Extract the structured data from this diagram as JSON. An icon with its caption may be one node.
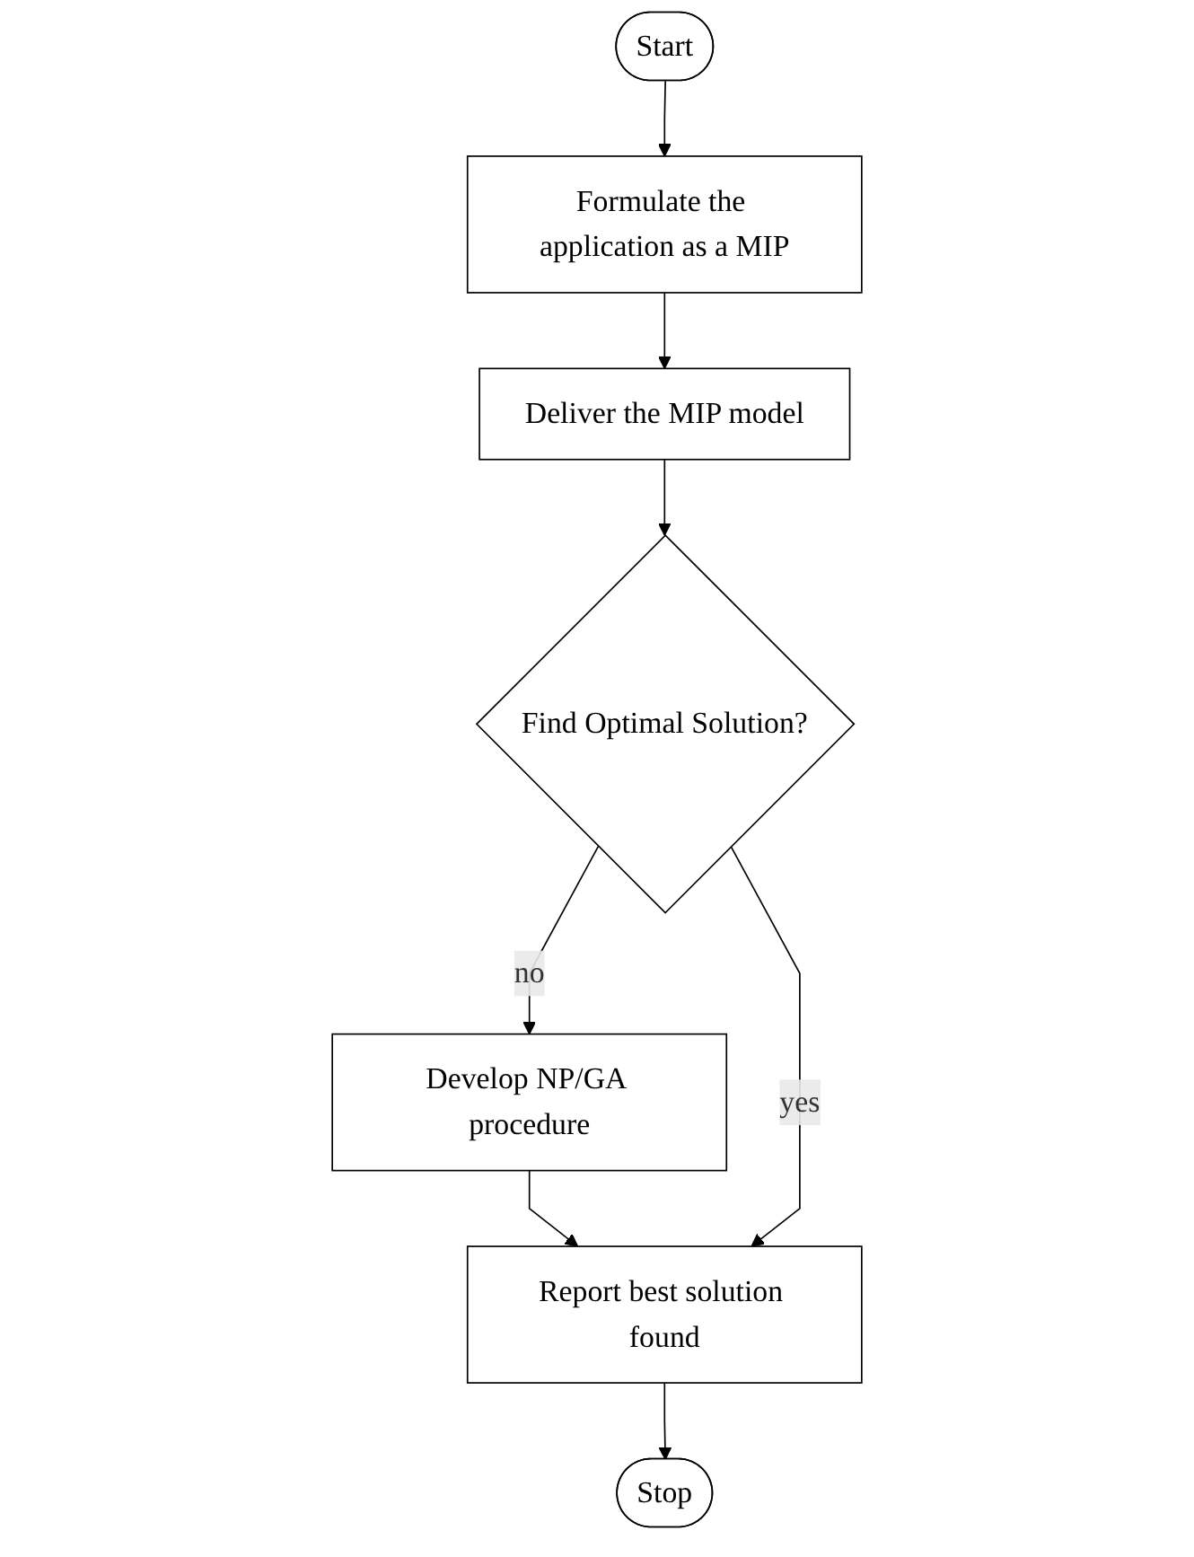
{
  "diagram": {
    "nodes": [
      {
        "text": [
          "Start"
        ]
      },
      {
        "text": [
          "Formulate the application as a MIP"
        ]
      },
      {
        "text": [
          "Deliver the MIP model"
        ]
      },
      {
        "text": [
          "Find Optimal Solution?"
        ]
      },
      {
        "text": [
          "Develop NP/GA procedure"
        ]
      },
      {
        "text": [
          "Report best solution found"
        ]
      },
      {
        "text": [
          "Stop"
        ]
      }
    ],
    "edges": [
      {
        "from": 0,
        "to": 1,
        "arrow": "to"
      },
      {
        "from": 1,
        "to": 2,
        "arrow": "to"
      },
      {
        "from": 2,
        "to": 3,
        "arrow": "to"
      },
      {
        "from": 3,
        "to": 4,
        "arrow": "to",
        "label": "no"
      },
      {
        "from": 4,
        "to": 5,
        "arrow": "to"
      },
      {
        "from": 3,
        "to": 5,
        "arrow": "to",
        "label": "yes"
      },
      {
        "from": 5,
        "to": 6,
        "arrow": "to"
      }
    ]
  }
}
